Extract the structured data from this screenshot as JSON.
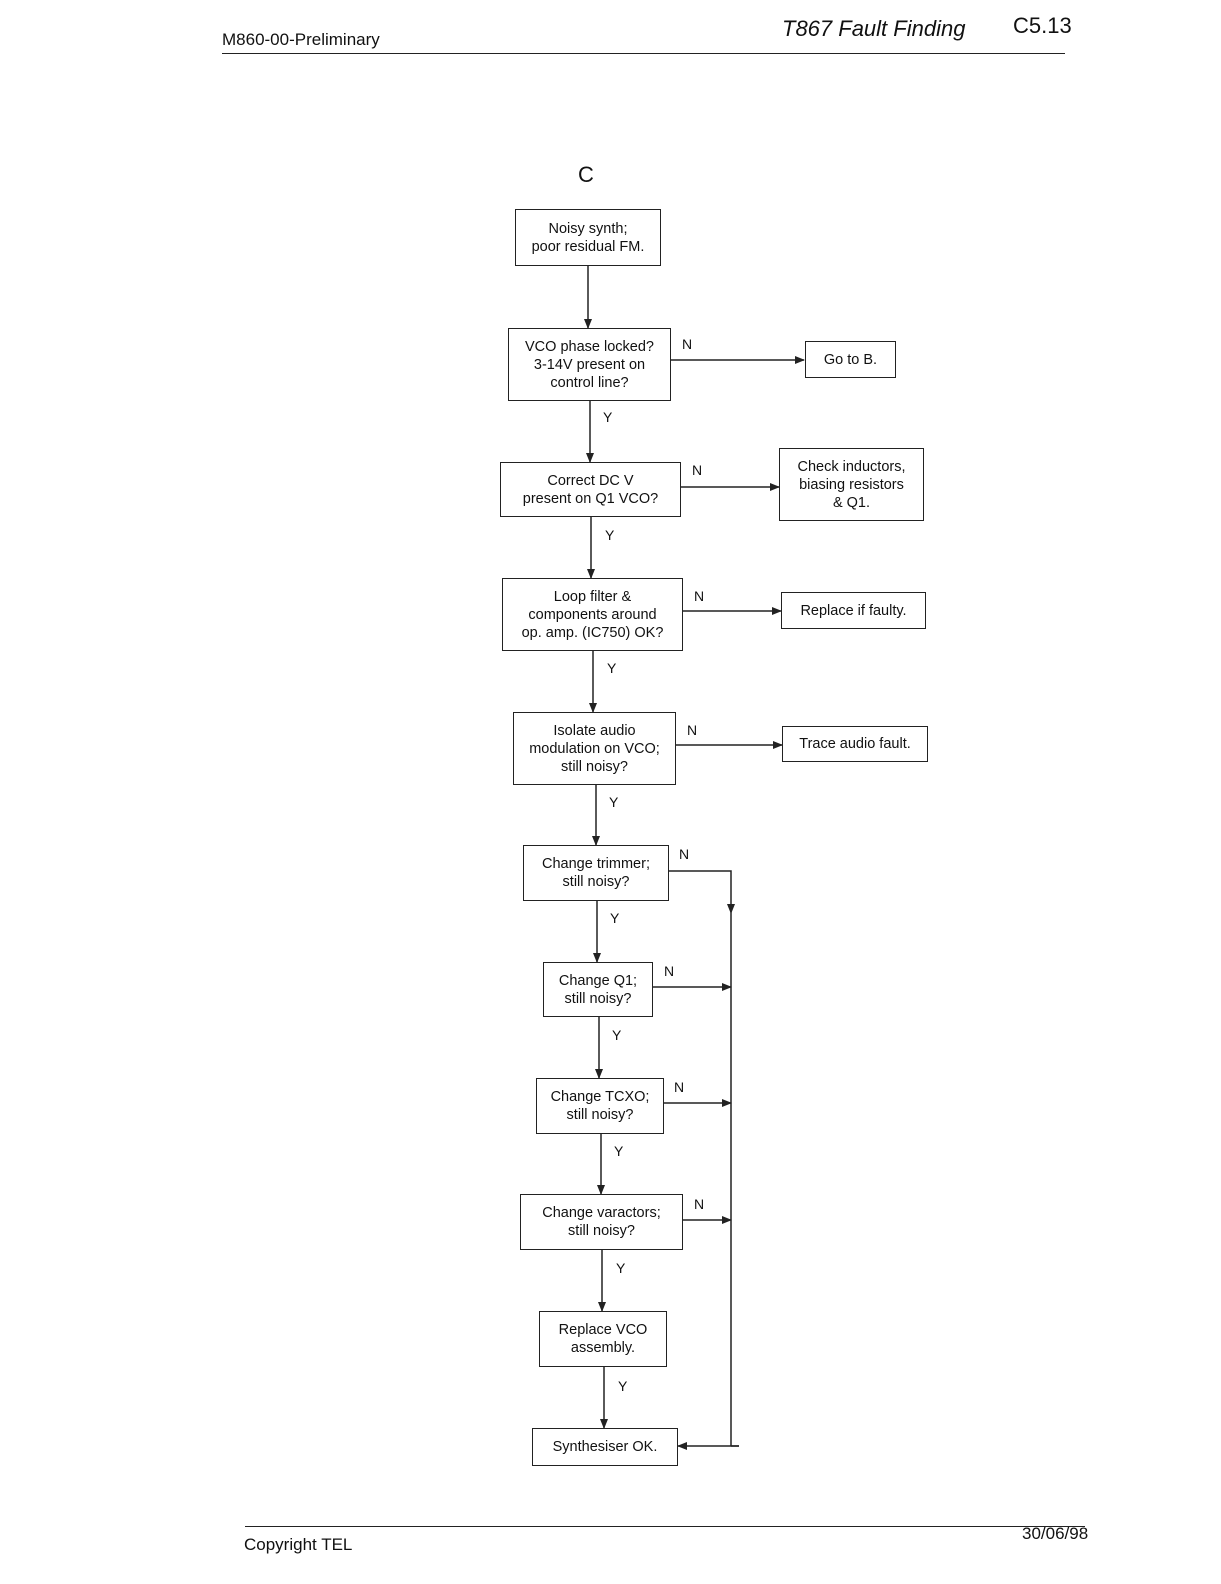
{
  "header": {
    "doc_code": "M860-00-Preliminary",
    "title": "T867 Fault Finding",
    "page_number": "C5.13"
  },
  "section_letter": "C",
  "flowchart": {
    "nodes": {
      "start": "Noisy synth;\npoor residual FM.",
      "vco_locked": "VCO phase locked?\n3-14V present on\ncontrol line?",
      "go_b": "Go to B.",
      "dc_v": "Correct DC V\npresent on Q1 VCO?",
      "check_ind": "Check inductors,\nbiasing resistors\n& Q1.",
      "loop_filter": "Loop filter &\ncomponents around\nop. amp. (IC750) OK?",
      "replace_faulty": "Replace if faulty.",
      "isolate_audio": "Isolate audio\nmodulation on VCO;\nstill noisy?",
      "trace_audio": "Trace audio fault.",
      "trimmer": "Change trimmer;\nstill noisy?",
      "q1": "Change Q1;\nstill noisy?",
      "tcxo": "Change TCXO;\nstill noisy?",
      "varactors": "Change varactors;\nstill noisy?",
      "replace_vco": "Replace VCO\nassembly.",
      "synth_ok": "Synthesiser OK."
    },
    "branch_labels": {
      "yes": "Y",
      "no": "N"
    }
  },
  "footer": {
    "copyright_label": "Copyright",
    "copyright_holder": "TEL",
    "date": "30/06/98"
  }
}
